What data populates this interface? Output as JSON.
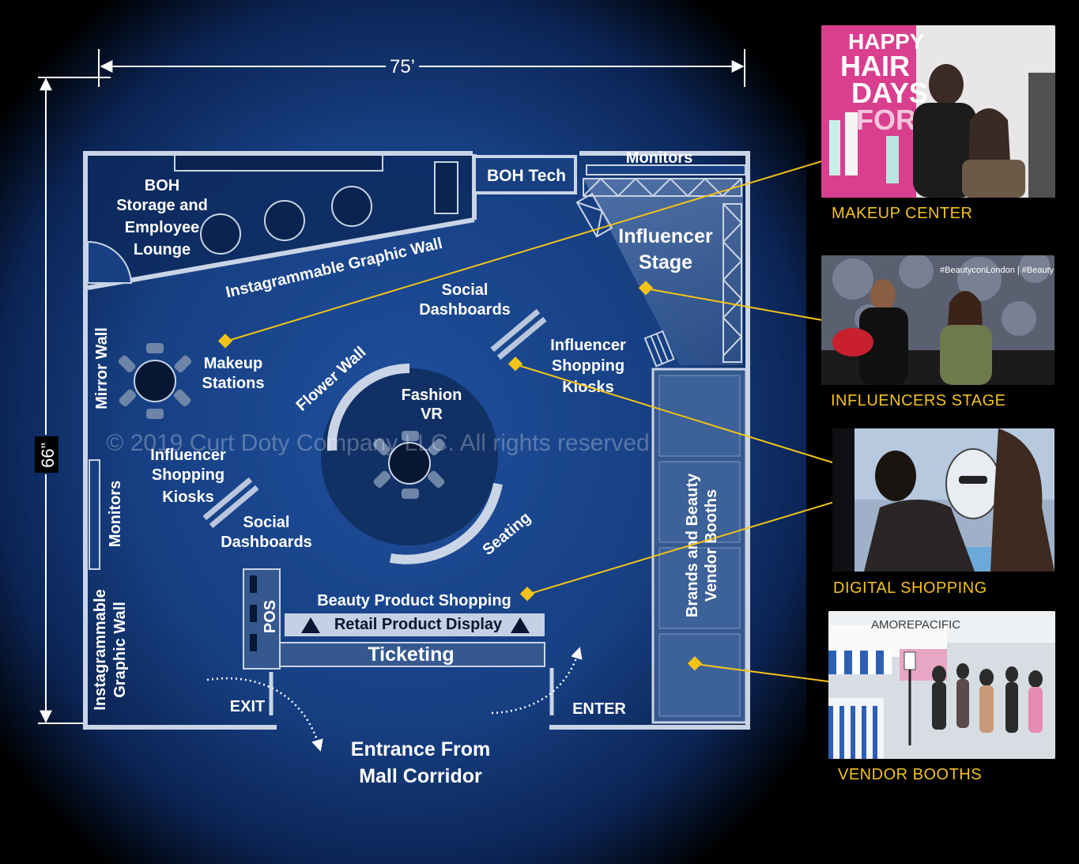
{
  "dimensions": {
    "width_label": "75’",
    "height_label": "66”"
  },
  "watermark": "© 2019 Curt Doty Company LLC. All rights reserved",
  "zones": {
    "boh_storage": [
      "BOH",
      "Storage and",
      "Employee",
      "Lounge"
    ],
    "boh_tech": "BOH Tech",
    "monitors_top": "Monitors",
    "influencer_stage": [
      "Influencer",
      "Stage"
    ],
    "instagram_wall_top": "Instagrammable Graphic Wall",
    "social_dashboards_top": [
      "Social",
      "Dashboards"
    ],
    "influencer_kiosks_right": [
      "Influencer",
      "Shopping",
      "Kiosks"
    ],
    "mirror_wall": "Mirror Wall",
    "makeup_stations": [
      "Makeup",
      "Stations"
    ],
    "flower_wall": "Flower Wall",
    "fashion_vr": [
      "Fashion",
      "VR"
    ],
    "influencer_kiosks_left": [
      "Influencer",
      "Shopping",
      "Kiosks"
    ],
    "social_dashboards_bottom": [
      "Social",
      "Dashboards"
    ],
    "monitors_left": "Monitors",
    "seating": "Seating",
    "brands_vendor_booths": [
      "Brands and Beauty",
      "Vendor Booths"
    ],
    "instagram_wall_left": [
      "Instagrammable",
      "Graphic Wall"
    ],
    "pos": "POS",
    "beauty_product_shopping": "Beauty Product Shopping",
    "retail_product_display": "Retail Product Display",
    "ticketing": "Ticketing",
    "exit": "EXIT",
    "enter": "ENTER",
    "entrance": [
      "Entrance From",
      "Mall Corridor"
    ]
  },
  "photos": {
    "makeup": {
      "label": "MAKEUP CENTER",
      "sign_text": [
        "HAPPY",
        "HAIR",
        "DAYS",
        "FOR"
      ]
    },
    "stage": {
      "label": "INFLUENCERS STAGE",
      "sign_text": "#BeautyconLondon | #Beauty"
    },
    "digital": {
      "label": "DIGITAL SHOPPING"
    },
    "vendor": {
      "label": "VENDOR BOOTHS",
      "sign_text": "AMOREPACIFIC"
    }
  },
  "colors": {
    "background": "#000000",
    "plan_glow": "#1f4f9c",
    "wall": "#c9d4e6",
    "callout": "#f3c319",
    "zone_fill": "#35588f"
  }
}
